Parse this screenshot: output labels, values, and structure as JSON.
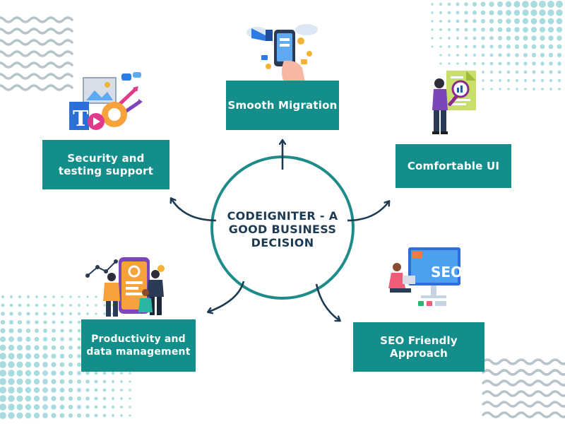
{
  "center": {
    "title": "CODEIGNITER - A GOOD BUSINESS DECISION"
  },
  "nodes": [
    {
      "id": "smooth-migration",
      "label": "Smooth Migration",
      "icon": "smartphone-marketing-icon"
    },
    {
      "id": "comfortable-ui",
      "label": "Comfortable UI",
      "icon": "document-analytics-icon"
    },
    {
      "id": "seo-friendly",
      "label": "SEO Friendly Approach",
      "icon": "seo-monitor-icon"
    },
    {
      "id": "productivity",
      "label": "Productivity and data management",
      "icon": "dashboard-team-icon"
    },
    {
      "id": "security-testing",
      "label": "Security and testing support",
      "icon": "design-tools-gear-icon"
    }
  ],
  "colors": {
    "box": "#138e8b",
    "circle": "#1d8b89",
    "arrow": "#1c3a52",
    "title": "#1c3a52",
    "decor_dots": "#a9dcdf",
    "decor_waves": "#b8c4cc"
  }
}
